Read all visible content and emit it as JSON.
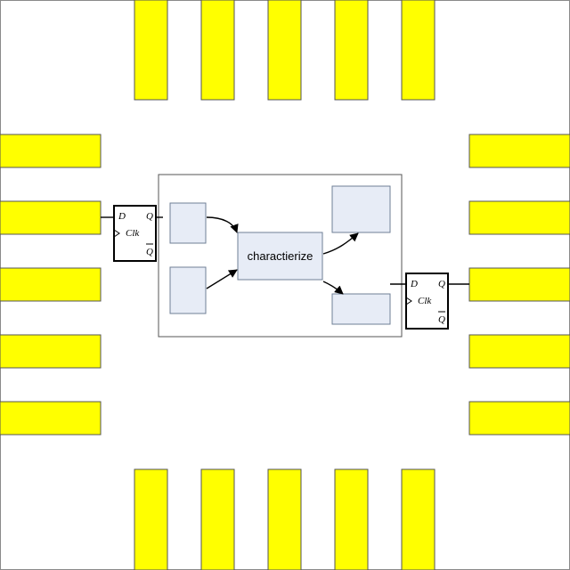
{
  "diagram": {
    "center_label": "charactierize",
    "flipflop_left": {
      "d": "D",
      "q": "Q",
      "clk": "Clk",
      "qbar": "Q"
    },
    "flipflop_right": {
      "d": "D",
      "q": "Q",
      "clk": "Clk",
      "qbar": "Q"
    },
    "colors": {
      "pin": "#ffff00",
      "box": "#e7ecf6",
      "box_border": "#6f7f96",
      "frame": "#8a8a8a"
    }
  }
}
